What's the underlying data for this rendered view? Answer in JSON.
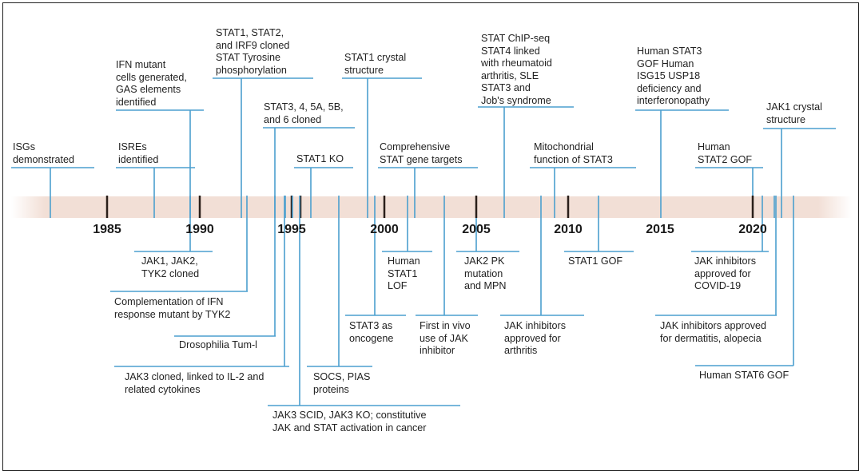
{
  "colors": {
    "line": "#4b9fcf",
    "band": "#f2dfd6",
    "tick": "#2a1f1a",
    "text": "#222222",
    "border": "#222222"
  },
  "years": [
    "1985",
    "1990",
    "1995",
    "2000",
    "2005",
    "2010",
    "2015",
    "2020"
  ],
  "events": {
    "isgs": "ISGs\ndemonstrated",
    "isres": "ISREs\nidentified",
    "ifn_mutant": "IFN mutant\ncells generated,\nGAS elements\nidentified",
    "stat1_stat2_irf9": "STAT1, STAT2,\nand IRF9 cloned\nSTAT Tyrosine\nphosphorylation",
    "stat3_cloned": "STAT3, 4, 5A, 5B,\nand 6 cloned",
    "stat1_ko": "STAT1 KO",
    "stat1_crystal": "STAT1 crystal\nstructure",
    "comprehensive": "Comprehensive\nSTAT gene targets",
    "chip_seq": "STAT ChIP-seq\nSTAT4 linked\nwith rheumatoid\narthritis, SLE\nSTAT3 and\nJob's syndrome",
    "mitochondrial": "Mitochondrial\nfunction of STAT3",
    "human_stat3_gof": "Human STAT3\nGOF Human\nISG15 USP18\ndeficiency and\ninterferonopathy",
    "human_stat2_gof": "Human\nSTAT2 GOF",
    "jak1_crystal": "JAK1 crystal\nstructure",
    "jak1_jak2_tyk2": "JAK1, JAK2,\nTYK2 cloned",
    "complementation": "Complementation of IFN\nresponse mutant by TYK2",
    "drosophila": "Drosophilia Tum-l",
    "jak3_cloned": "JAK3 cloned, linked to IL-2 and\nrelated cytokines",
    "jak3_scid": "JAK3 SCID, JAK3 KO; constitutive\nJAK and STAT activation in cancer",
    "socs_pias": "SOCS, PIAS\nproteins",
    "stat3_oncogene": "STAT3 as\noncogene",
    "human_stat1_lof": "Human\nSTAT1\nLOF",
    "first_in_vivo": "First in vivo\nuse of JAK\ninhibitor",
    "jak2_pk": "JAK2 PK\nmutation\nand MPN",
    "jak_arthritis": "JAK inhibitors\napproved for\narthritis",
    "stat1_gof": "STAT1 GOF",
    "jak_covid": "JAK inhibitors\napproved for\nCOVID-19",
    "jak_dermatitis": "JAK inhibitors approved\nfor dermatitis, alopecia",
    "human_stat6_gof": "Human STAT6 GOF"
  }
}
